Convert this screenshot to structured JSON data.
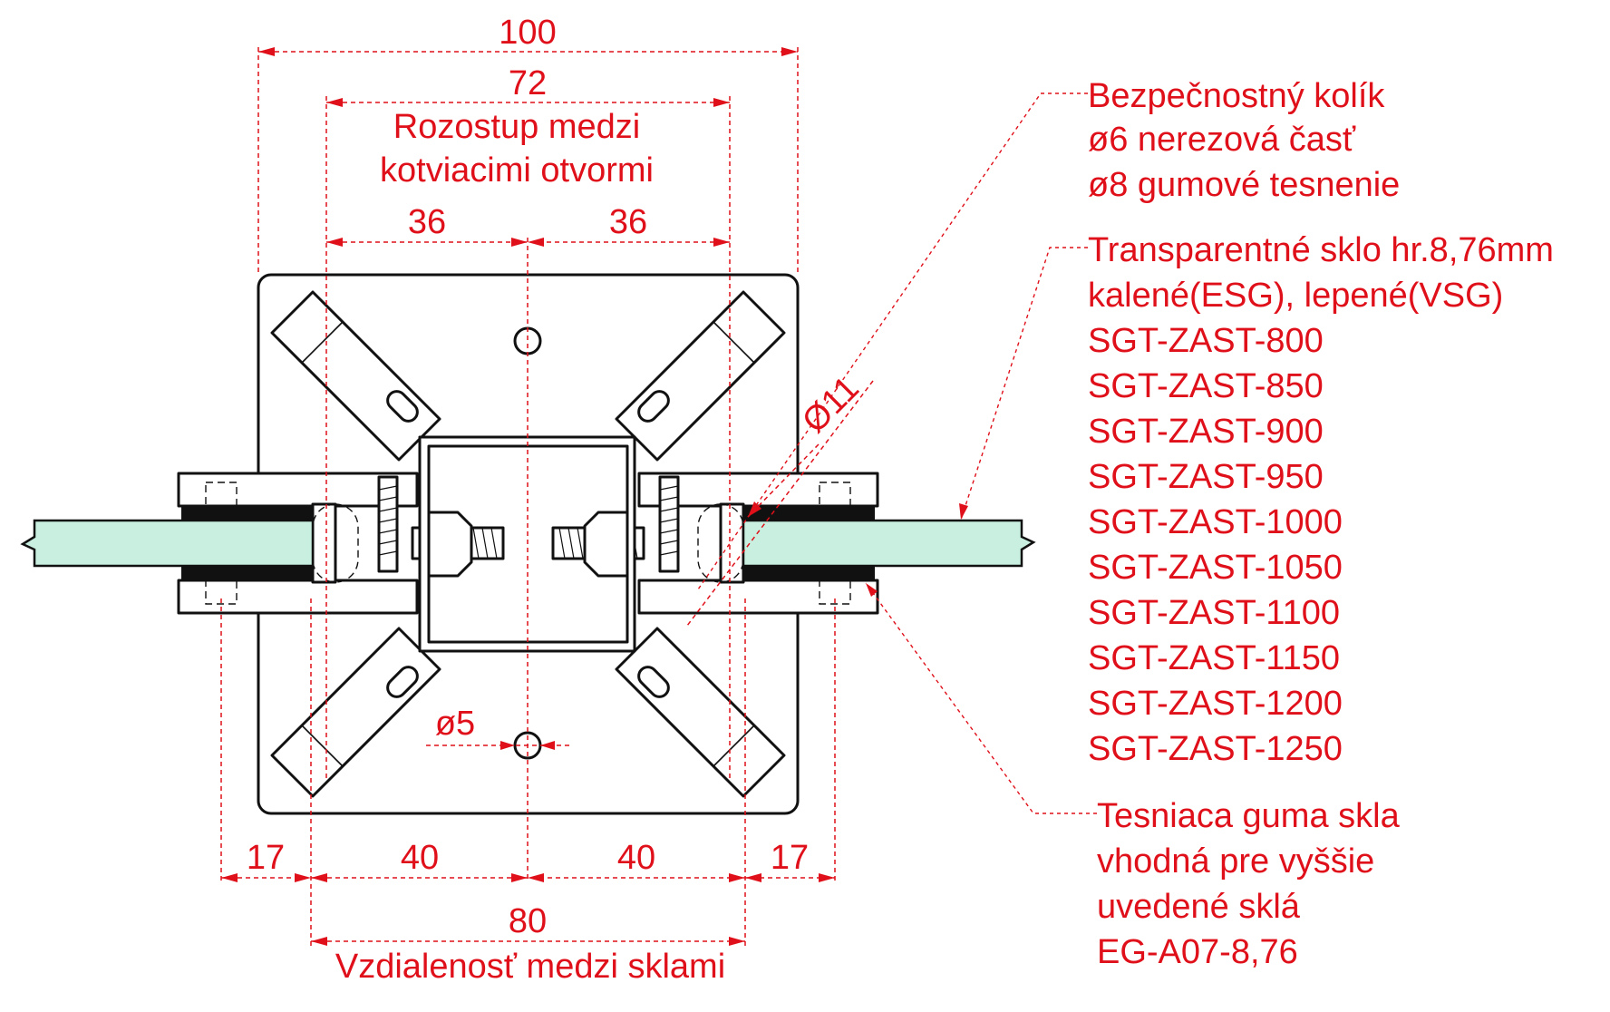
{
  "colors": {
    "annotation": "#e0101a",
    "line": "#111111",
    "glass": "#c9efe0"
  },
  "dimensions": {
    "overall_width": "100",
    "hole_spacing": "72",
    "hole_spacing_label_1": "Rozostup medzi",
    "hole_spacing_label_2": "kotviacimi otvormi",
    "half_left": "36",
    "half_right": "36",
    "diameter_large": "Ø11",
    "hole_diameter": "ø5",
    "edge_left": "17",
    "inner_left": "40",
    "inner_right": "40",
    "edge_right": "17",
    "glass_gap": "80",
    "glass_gap_label": "Vzdialenosť medzi sklami"
  },
  "notes": {
    "pin": [
      "Bezpečnostný kolík",
      "ø6 nerezová časť",
      "ø8 gumové tesnenie"
    ],
    "glass": [
      "Transparentné sklo hr.8,76mm",
      "kalené(ESG), lepené(VSG)",
      "SGT-ZAST-800",
      "SGT-ZAST-850",
      "SGT-ZAST-900",
      "SGT-ZAST-950",
      "SGT-ZAST-1000",
      "SGT-ZAST-1050",
      "SGT-ZAST-1100",
      "SGT-ZAST-1150",
      "SGT-ZAST-1200",
      "SGT-ZAST-1250"
    ],
    "gasket": [
      "Tesniaca guma skla",
      "vhodná pre vyššie",
      "uvedené sklá",
      "EG-A07-8,76"
    ]
  }
}
